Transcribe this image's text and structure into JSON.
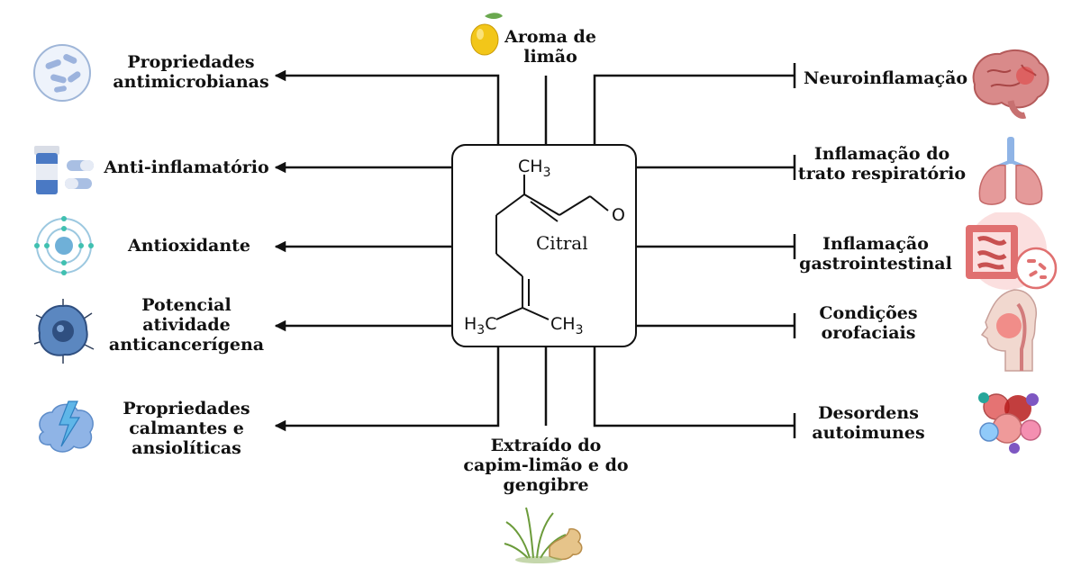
{
  "center": {
    "name": "Citral",
    "groups": {
      "top": "CH",
      "left": "H",
      "left_tail": "C",
      "right": "CH",
      "sub": "3",
      "oxygen": "O"
    }
  },
  "top_note": "Aroma de\nlimão",
  "bottom_note": "Extraído do\ncapim-limão e do\ngengibre",
  "effects": [
    {
      "label": "Propriedades\nantimicrobianas",
      "icon": "bacteria-petri-icon"
    },
    {
      "label": "Anti-inflamatório",
      "icon": "pills-bottle-icon"
    },
    {
      "label": "Antioxidante",
      "icon": "atom-icon"
    },
    {
      "label": "Potencial\natividade\nanticancerígena",
      "icon": "cancer-cell-icon"
    },
    {
      "label": "Propriedades\ncalmantes e\nansiolíticas",
      "icon": "brain-lightning-icon"
    }
  ],
  "inhibits": [
    {
      "label": "Neuroinflamação",
      "icon": "brain-icon"
    },
    {
      "label": "Inflamação do\ntrato respiratório",
      "icon": "lungs-icon"
    },
    {
      "label": "Inflamação\ngastrointestinal",
      "icon": "intestine-icon"
    },
    {
      "label": "Condições\norofaciais",
      "icon": "head-profile-icon"
    },
    {
      "label": "Desordens\nautoimunes",
      "icon": "immune-cells-icon"
    }
  ],
  "icons": {
    "lemon": "lemon-icon",
    "plants": "lemongrass-ginger-icon"
  },
  "colors": {
    "line": "#111111",
    "lemon": "#f2c619",
    "organ": "#d9534f",
    "cell": "#7ea6d8"
  }
}
